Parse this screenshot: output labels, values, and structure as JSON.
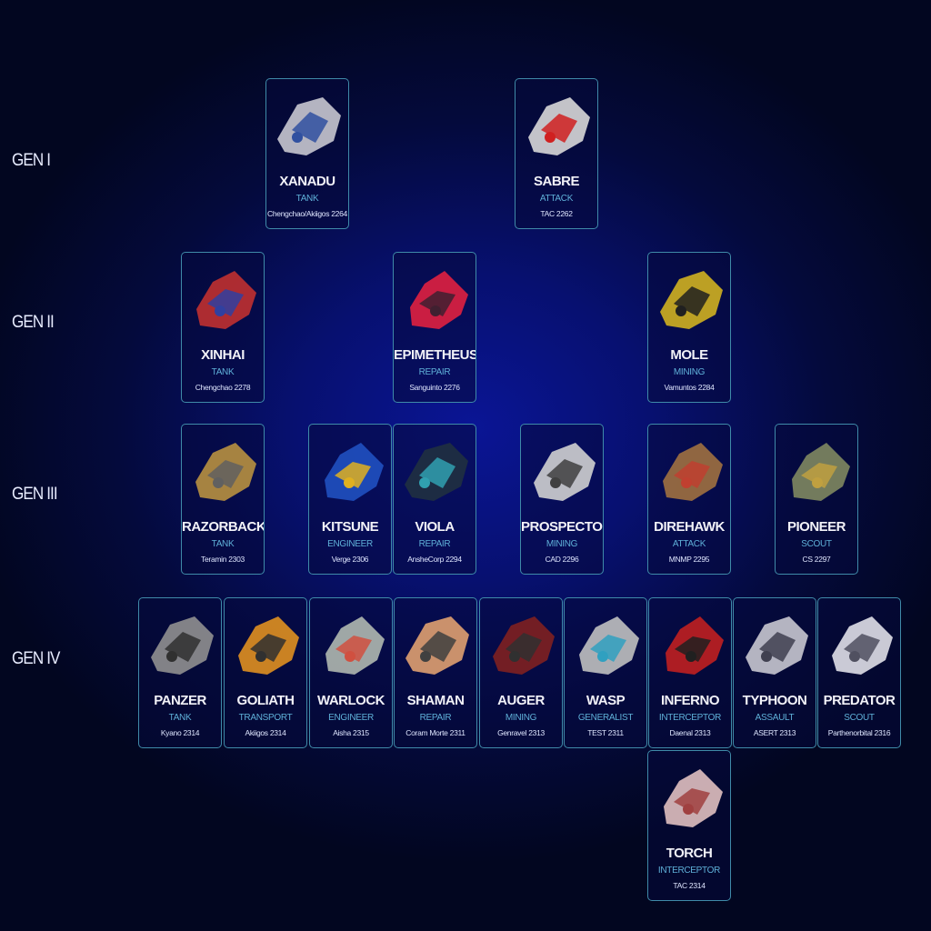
{
  "generations": [
    "GEN I",
    "GEN II",
    "GEN III",
    "GEN IV"
  ],
  "ships": [
    {
      "name": "XANADU",
      "role": "TANK",
      "maker": "Chengchao/Akiigos 2264",
      "gen": 1,
      "color": "#c8c8d0",
      "accent": "#3050a0"
    },
    {
      "name": "SABRE",
      "role": "ATTACK",
      "maker": "TAC 2262",
      "gen": 1,
      "color": "#d8d8d8",
      "accent": "#d02020"
    },
    {
      "name": "XINHAI",
      "role": "TANK",
      "maker": "Chengchao 2278",
      "gen": 2,
      "color": "#c03030",
      "accent": "#3040a0"
    },
    {
      "name": "EPIMETHEUS",
      "role": "REPAIR",
      "maker": "Sanguinto 2276",
      "gen": 2,
      "color": "#e02040",
      "accent": "#402030"
    },
    {
      "name": "MOLE",
      "role": "MINING",
      "maker": "Vamuntos 2284",
      "gen": 2,
      "color": "#d0b020",
      "accent": "#202020"
    },
    {
      "name": "RAZORBACK",
      "role": "TANK",
      "maker": "Teramin 2303",
      "gen": 3,
      "color": "#b89040",
      "accent": "#606060"
    },
    {
      "name": "KITSUNE",
      "role": "ENGINEER",
      "maker": "Verge 2306",
      "gen": 3,
      "color": "#2050c0",
      "accent": "#e0b020"
    },
    {
      "name": "VIOLA",
      "role": "REPAIR",
      "maker": "AnsheCorp 2294",
      "gen": 3,
      "color": "#203040",
      "accent": "#30a0b0"
    },
    {
      "name": "PROSPECTOR",
      "role": "MINING",
      "maker": "CAD 2296",
      "gen": 3,
      "color": "#d0d0d0",
      "accent": "#404040"
    },
    {
      "name": "DIREHAWK",
      "role": "ATTACK",
      "maker": "MNMP 2295",
      "gen": 3,
      "color": "#a07040",
      "accent": "#c04030"
    },
    {
      "name": "PIONEER",
      "role": "SCOUT",
      "maker": "CS 2297",
      "gen": 3,
      "color": "#808860",
      "accent": "#c0a040"
    },
    {
      "name": "PANZER",
      "role": "TANK",
      "maker": "Kyano 2314",
      "gen": 4,
      "color": "#909090",
      "accent": "#303030"
    },
    {
      "name": "GOLIATH",
      "role": "TRANSPORT",
      "maker": "Akiigos 2314",
      "gen": 4,
      "color": "#e09020",
      "accent": "#303030"
    },
    {
      "name": "WARLOCK",
      "role": "ENGINEER",
      "maker": "Aisha 2315",
      "gen": 4,
      "color": "#b0b8b0",
      "accent": "#d05040"
    },
    {
      "name": "SHAMAN",
      "role": "REPAIR",
      "maker": "Coram Morte 2311",
      "gen": 4,
      "color": "#e0a070",
      "accent": "#404040"
    },
    {
      "name": "AUGER",
      "role": "MINING",
      "maker": "Genravel 2313",
      "gen": 4,
      "color": "#802020",
      "accent": "#303030"
    },
    {
      "name": "WASP",
      "role": "GENERALIST",
      "maker": "TEST 2311",
      "gen": 4,
      "color": "#c0c0c0",
      "accent": "#30a0c0"
    },
    {
      "name": "INFERNO",
      "role": "INTERCEPTOR",
      "maker": "Daenal 2313",
      "gen": 4,
      "color": "#c02020",
      "accent": "#202020"
    },
    {
      "name": "TYPHOON",
      "role": "ASSAULT",
      "maker": "ASERT 2313",
      "gen": 4,
      "color": "#c8c8d0",
      "accent": "#404050"
    },
    {
      "name": "PREDATOR",
      "role": "SCOUT",
      "maker": "Parthenorbital 2316",
      "gen": 4,
      "color": "#e0e0e8",
      "accent": "#505060"
    },
    {
      "name": "TORCH",
      "role": "INTERCEPTOR",
      "maker": "TAC 2314",
      "gen": 4,
      "color": "#e0c0c0",
      "accent": "#a04040"
    }
  ]
}
